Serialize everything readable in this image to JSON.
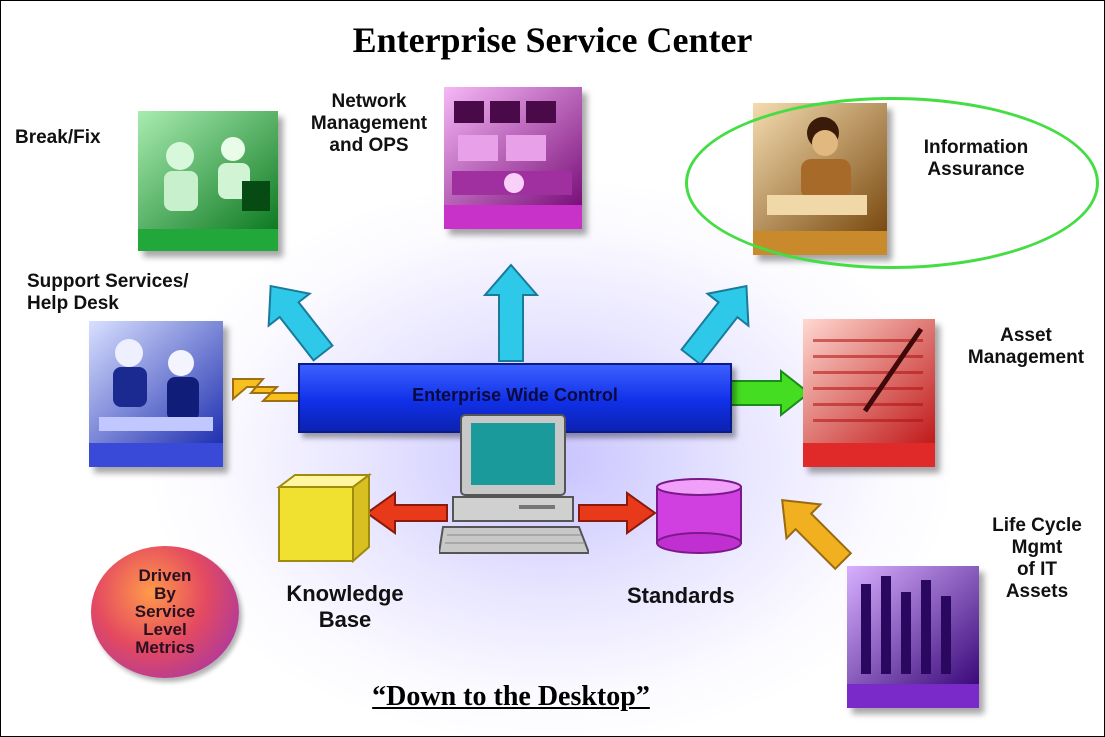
{
  "title": "Enterprise Service Center",
  "subtitle": "“Down to the Desktop”",
  "hub": {
    "label": "Enterprise Wide Control"
  },
  "nodes": {
    "break_fix": {
      "lines": [
        "Break/Fix"
      ],
      "color": "#22a83a"
    },
    "network": {
      "lines": [
        "Network",
        "Management",
        "and OPS"
      ],
      "color": "#c832c8"
    },
    "info_assurance": {
      "lines": [
        "Information",
        "Assurance"
      ],
      "color": "#c88a2a"
    },
    "support": {
      "lines": [
        "Support Services/",
        "Help Desk"
      ],
      "color": "#3a4ad8"
    },
    "asset": {
      "lines": [
        "Asset",
        "Management"
      ],
      "color": "#e02a2a"
    },
    "lifecycle": {
      "lines": [
        "Life Cycle",
        "Mgmt",
        "of IT",
        "Assets"
      ],
      "color": "#7a2ac8"
    },
    "knowledge": {
      "lines": [
        "Knowledge",
        "Base"
      ],
      "color": "#f0e030"
    },
    "standards": {
      "lines": [
        "Standards"
      ],
      "color": "#d040e0"
    }
  },
  "badge": {
    "lines": [
      "Driven",
      "By",
      "Service",
      "Level",
      "Metrics"
    ]
  },
  "colors": {
    "arrow_up": "#2ec8e8",
    "arrow_side": "#e83a1a",
    "arrow_asset": "#44dd22",
    "arrow_lifecycle": "#f0b020",
    "highlight": "#44dd44"
  }
}
